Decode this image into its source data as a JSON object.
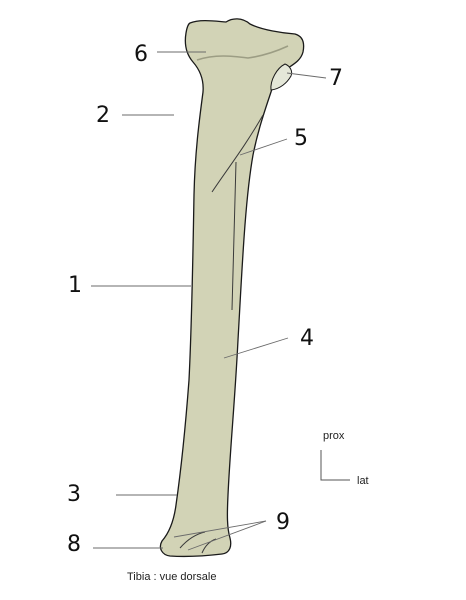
{
  "caption": "Tibia : vue dorsale",
  "colors": {
    "bone_fill": "#d2d3b6",
    "bone_outline": "#1a1a1a",
    "articular_surface": "#e4e7d8",
    "leader_line": "#6b6b6b"
  },
  "labels": [
    {
      "id": "1",
      "text": "1"
    },
    {
      "id": "2",
      "text": "2"
    },
    {
      "id": "3",
      "text": "3"
    },
    {
      "id": "4",
      "text": "4"
    },
    {
      "id": "5",
      "text": "5"
    },
    {
      "id": "6",
      "text": "6"
    },
    {
      "id": "7",
      "text": "7"
    },
    {
      "id": "8",
      "text": "8"
    },
    {
      "id": "9",
      "text": "9"
    }
  ],
  "orientation": {
    "vertical": "prox",
    "horizontal": "lat"
  }
}
